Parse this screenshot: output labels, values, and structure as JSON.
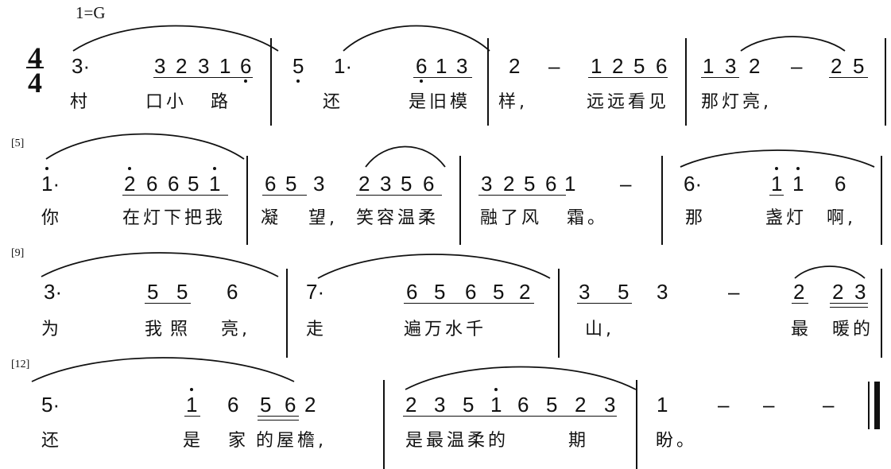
{
  "key_signature": "1=G",
  "time_signature": {
    "top": "4",
    "bottom": "4"
  },
  "systems": [
    {
      "number": "",
      "notes": [
        "3·",
        "3",
        "2",
        "3",
        "1",
        "6",
        "5",
        "1·",
        "6",
        "1",
        "3",
        "2",
        "–",
        "1",
        "2",
        "5",
        "6",
        "1",
        "3",
        "2",
        "–",
        "2",
        "5"
      ],
      "lyrics": [
        "村",
        "口小",
        "路",
        "还",
        "是旧模",
        "样,",
        "远远看见",
        "那灯亮,"
      ]
    },
    {
      "number": "[5]",
      "notes": [
        "1·",
        "2",
        "6",
        "6",
        "5",
        "1",
        "6",
        "5",
        "3",
        "2",
        "3",
        "5",
        "6",
        "3",
        "2",
        "5",
        "6",
        "1",
        "–",
        "6·",
        "1",
        "1",
        "6"
      ],
      "lyrics": [
        "你",
        "在灯下把我",
        "凝",
        "望,",
        "笑容温柔",
        "融了风",
        "霜。",
        "那",
        "盏灯",
        "啊,"
      ]
    },
    {
      "number": "[9]",
      "notes": [
        "3·",
        "5",
        "5",
        "6",
        "7·",
        "6",
        "5",
        "6",
        "5",
        "2",
        "3",
        "5",
        "3",
        "–",
        "2",
        "2",
        "3"
      ],
      "lyrics": [
        "为",
        "我",
        "照",
        "亮,",
        "走",
        "遍万水千",
        "山,",
        "最",
        "暖的"
      ]
    },
    {
      "number": "[12]",
      "notes": [
        "5·",
        "1",
        "6",
        "5",
        "6",
        "2",
        "2",
        "3",
        "5",
        "1",
        "6",
        "5",
        "2",
        "3",
        "1",
        "–",
        "–",
        "–"
      ],
      "lyrics": [
        "还",
        "是",
        "家",
        "的屋檐,",
        "是最温柔的",
        "期",
        "盼。"
      ]
    }
  ]
}
